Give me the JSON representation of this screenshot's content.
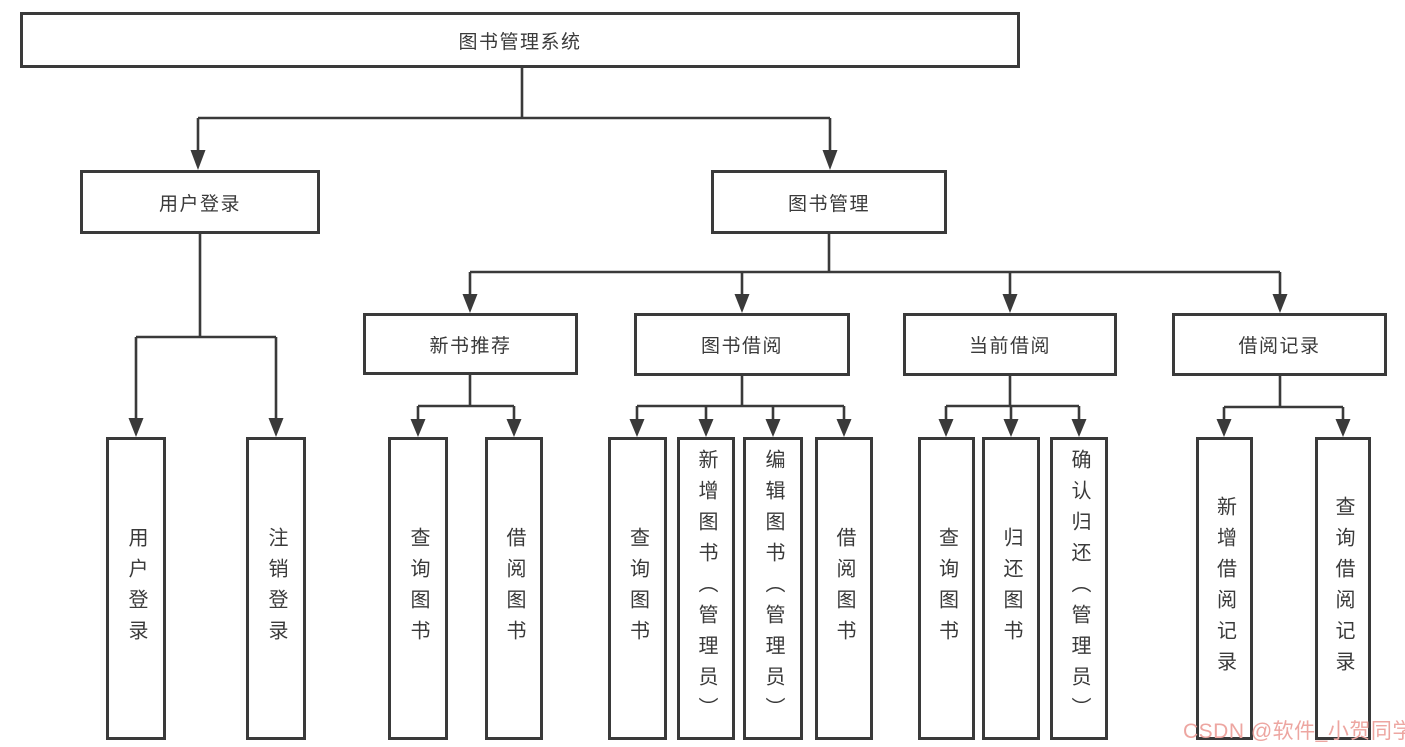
{
  "nodes": {
    "root": {
      "label": "图书管理系统"
    },
    "user_login": {
      "label": "用户登录"
    },
    "book_management": {
      "label": "图书管理"
    },
    "new_book_recommend": {
      "label": "新书推荐"
    },
    "book_borrow": {
      "label": "图书借阅"
    },
    "current_borrow": {
      "label": "当前借阅"
    },
    "borrow_records": {
      "label": "借阅记录"
    },
    "leaves": [
      {
        "label": "用户登录"
      },
      {
        "label": "注销登录"
      },
      {
        "label": "查询图书"
      },
      {
        "label": "借阅图书"
      },
      {
        "label": "查询图书"
      },
      {
        "label": "新增图书（管理员）"
      },
      {
        "label": "编辑图书（管理员）"
      },
      {
        "label": "借阅图书"
      },
      {
        "label": "查询图书"
      },
      {
        "label": "归还图书"
      },
      {
        "label": "确认归还（管理员）"
      },
      {
        "label": "新增借阅记录"
      },
      {
        "label": "查询借阅记录"
      }
    ]
  },
  "watermark": {
    "text": "CSDN @软件_小贺同学"
  },
  "colors": {
    "line": "#3a3a3a",
    "text": "#3a3a3a",
    "watermark": "#eda6a1",
    "background": "#ffffff"
  }
}
